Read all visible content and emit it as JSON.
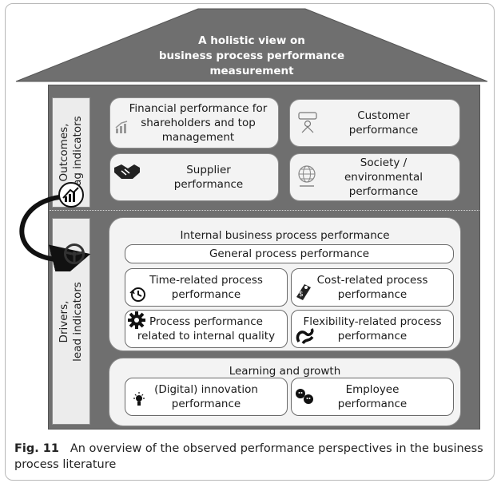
{
  "roof": {
    "title_lines": [
      "A holistic view on",
      "business process performance",
      "measurement"
    ]
  },
  "side_labels": {
    "outcomes": [
      "Outcomes,",
      "lag indicators"
    ],
    "drivers": [
      "Drivers,",
      "lead indicators"
    ]
  },
  "outcomes": {
    "financial": [
      "Financial performance for",
      "shareholders and top",
      "management"
    ],
    "customer": [
      "Customer",
      "performance"
    ],
    "supplier": [
      "Supplier",
      "performance"
    ],
    "society": [
      "Society /",
      "environmental",
      "performance"
    ]
  },
  "internal": {
    "title": "Internal business process performance",
    "general": "General process performance",
    "time": [
      "Time-related process",
      "performance"
    ],
    "cost": [
      "Cost-related process",
      "performance"
    ],
    "quality": [
      "Process performance",
      "related to internal quality"
    ],
    "flexibility": [
      "Flexibility-related process",
      "performance"
    ]
  },
  "learning": {
    "title": "Learning and growth",
    "innovation": [
      "(Digital) innovation",
      "performance"
    ],
    "employee": [
      "Employee",
      "performance"
    ]
  },
  "caption": {
    "label": "Fig. 11",
    "text": "An overview of the observed performance perspectives in the business process literature"
  },
  "colors": {
    "roof": "#6f6f6f",
    "house": "#6f6f6f",
    "card": "#f3f3f3",
    "sub_card": "#ffffff"
  },
  "icons": [
    "bar-chart-icon",
    "receptionist-icon",
    "handshake-icon",
    "globe-icon",
    "growth-chart-icon",
    "steering-wheel-icon",
    "clock-icon",
    "money-tag-icon",
    "gear-icon",
    "flexibility-icon",
    "lightbulb-icon",
    "people-icon",
    "curved-arrow-icon"
  ]
}
